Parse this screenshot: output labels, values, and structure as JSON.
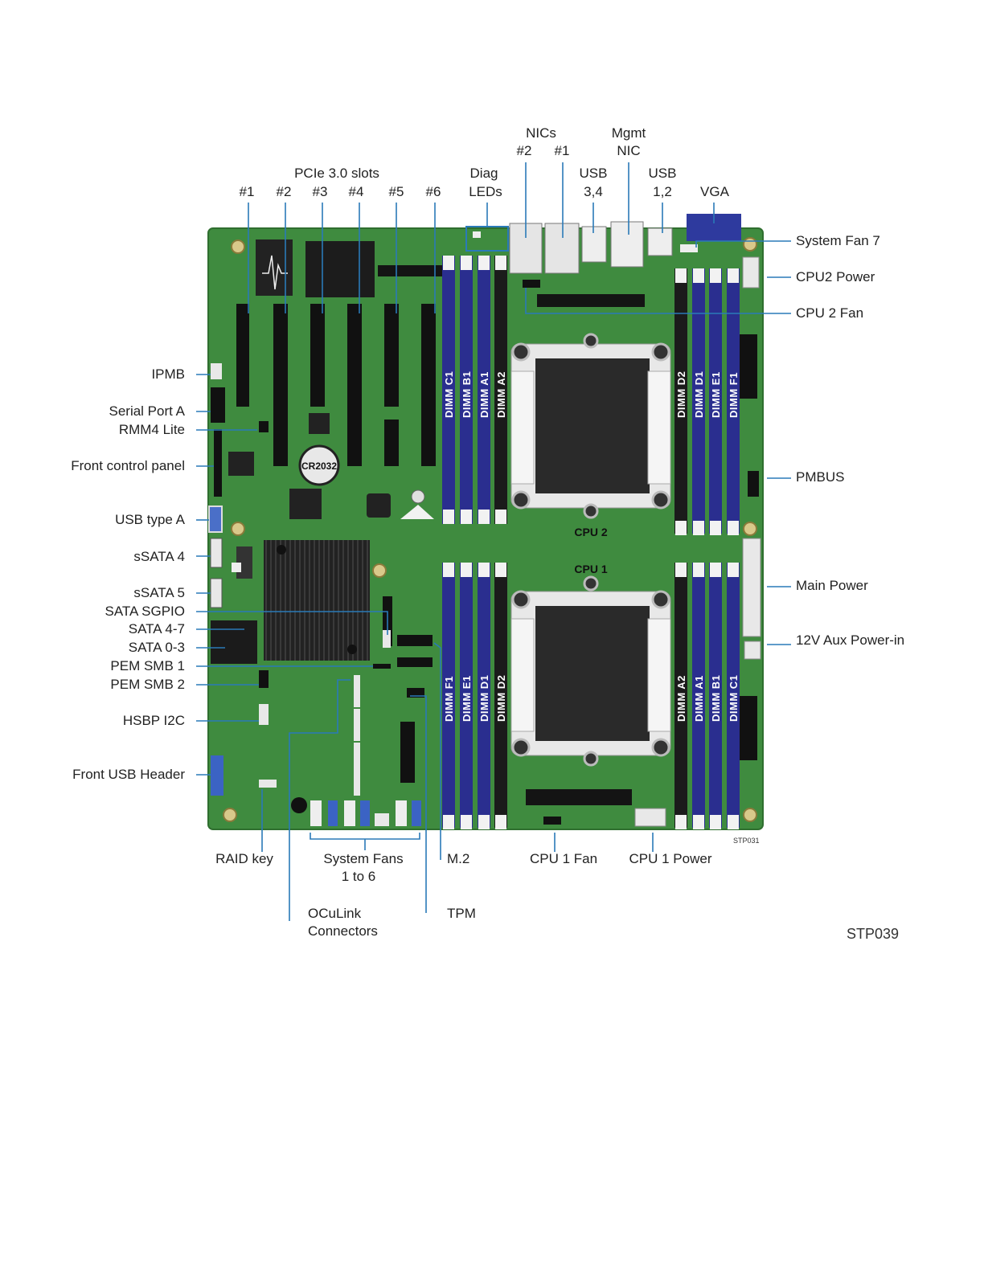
{
  "figure_id": "STP039",
  "board_id": "STP031",
  "cpu_labels": {
    "cpu2": "CPU 2",
    "cpu1": "CPU 1"
  },
  "battery": "CR2032",
  "dimm_labels": {
    "upper_left": [
      "DIMM C1",
      "DIMM B1",
      "DIMM A1",
      "DIMM A2"
    ],
    "upper_right": [
      "DIMM D2",
      "DIMM D1",
      "DIMM E1",
      "DIMM F1"
    ],
    "lower_left": [
      "DIMM F1",
      "DIMM E1",
      "DIMM D1",
      "DIMM D2"
    ],
    "lower_right": [
      "DIMM A2",
      "DIMM A1",
      "DIMM B1",
      "DIMM C1"
    ]
  },
  "top_labels": {
    "pcie_title": "PCIe 3.0 slots",
    "pcie_slots": [
      "#1",
      "#2",
      "#3",
      "#4",
      "#5",
      "#6"
    ],
    "diag": [
      "Diag",
      "LEDs"
    ],
    "nics_title": "NICs",
    "nics": [
      "#2",
      "#1"
    ],
    "mgmt": [
      "Mgmt",
      "NIC"
    ],
    "usb34": [
      "USB",
      "3,4"
    ],
    "usb12": [
      "USB",
      "1,2"
    ],
    "vga": "VGA"
  },
  "left_labels": {
    "ipmb": "IPMB",
    "serial": "Serial Port A",
    "rmm4": "RMM4 Lite",
    "fcp": "Front control panel",
    "usb_a": "USB type A",
    "ssata4": "sSATA 4",
    "ssata5": "sSATA 5",
    "sata_sgpio": "SATA SGPIO",
    "sata47": "SATA 4-7",
    "sata03": "SATA 0-3",
    "pem1": "PEM SMB 1",
    "pem2": "PEM SMB 2",
    "hsbp": "HSBP I2C",
    "front_usb": "Front USB Header"
  },
  "right_labels": {
    "fan7": "System Fan 7",
    "cpu2_power": "CPU2 Power",
    "cpu2_fan": "CPU 2 Fan",
    "pmbus": "PMBUS",
    "main_power": "Main Power",
    "aux_power": "12V Aux Power-in"
  },
  "bottom_labels": {
    "raid": "RAID key",
    "sysfans": [
      "System Fans",
      "1 to 6"
    ],
    "m2": "M.2",
    "cpu1_fan": "CPU 1 Fan",
    "cpu1_power": "CPU 1 Power",
    "oculink": [
      "OCuLink",
      "Connectors"
    ],
    "tpm": "TPM"
  },
  "colors": {
    "board": "#3f8b3f",
    "leader": "#2a7ab8",
    "dimm_blue": "#2a2e8f",
    "dimm_black": "#1b1b1b",
    "heatsink": "#1e1e1e"
  }
}
